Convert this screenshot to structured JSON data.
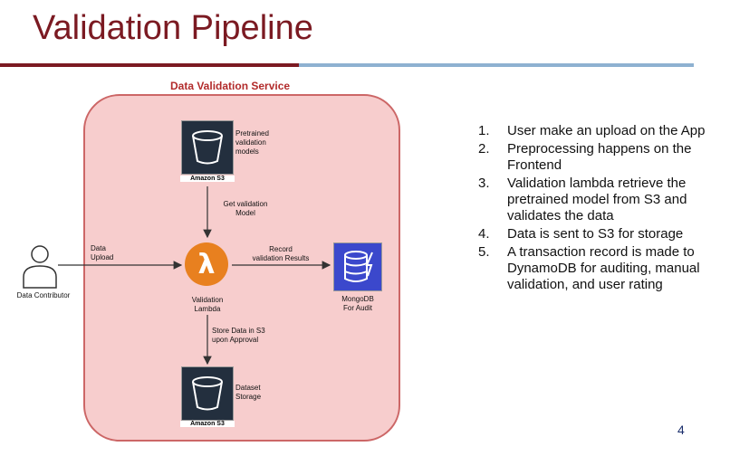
{
  "slide": {
    "title": "Validation Pipeline",
    "page_number": "4"
  },
  "diagram": {
    "service_title": "Data Validation Service",
    "contributor_label": "Data Contributor",
    "upload_label_1": "Data",
    "upload_label_2": "Upload",
    "s3_top_service": "Amazon S3",
    "s3_top_desc_1": "Pretrained",
    "s3_top_desc_2": "validation",
    "s3_top_desc_3": "models",
    "get_model_1": "Get validation",
    "get_model_2": "Model",
    "lambda_symbol": "λ",
    "lambda_label_1": "Validation",
    "lambda_label_2": "Lambda",
    "record_1": "Record",
    "record_2": "validation Results",
    "mongo_label_1": "MongoDB",
    "mongo_label_2": "For Audit",
    "store_1": "Store Data in S3",
    "store_2": "upon Approval",
    "s3_bottom_service": "Amazon S3",
    "s3_bottom_desc_1": "Dataset",
    "s3_bottom_desc_2": "Storage"
  },
  "steps": [
    {
      "num": "1.",
      "text": "User make an upload on the App"
    },
    {
      "num": "2.",
      "text": "Preprocessing happens on the Frontend"
    },
    {
      "num": "3.",
      "text": "Validation lambda retrieve the pretrained model from S3 and validates the data"
    },
    {
      "num": "4.",
      "text": "Data is sent to S3 for storage"
    },
    {
      "num": "5.",
      "text": "A transaction record is made to DynamoDB for auditing, manual validation, and user rating"
    }
  ],
  "colors": {
    "title": "#7b1a22",
    "service_fill": "#f7cdcd",
    "service_border": "#cc6666",
    "lambda": "#e8801f",
    "s3_tile": "#232f3e",
    "dynamo": "#3b48cc"
  }
}
